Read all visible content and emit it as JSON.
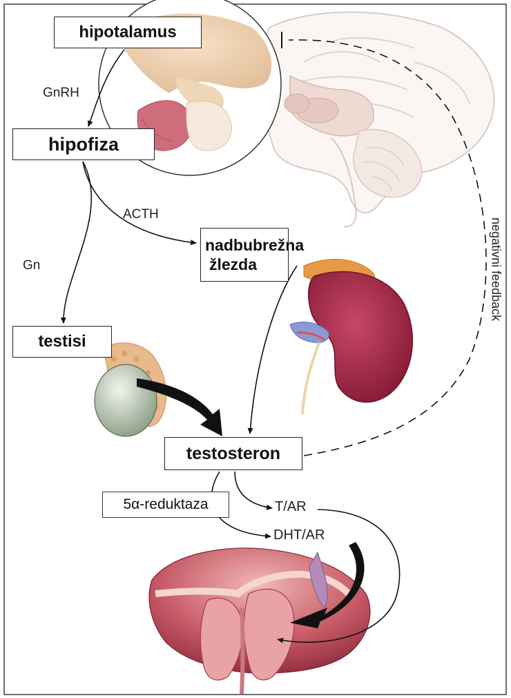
{
  "labels": {
    "hipotalamus": "hipotalamus",
    "gnrh": "GnRH",
    "hipofiza": "hipofiza",
    "acth": "ACTH",
    "nadbubrezna_line1": "nadbubrežna",
    "nadbubrezna_line2": "žlezda",
    "gn": "Gn",
    "testisi": "testisi",
    "testosteron": "testosteron",
    "reduktaza": "5α-reduktaza",
    "t_ar": "T/AR",
    "dht_ar": "DHT/AR",
    "negative_feedback": "negativni feedback"
  },
  "colors": {
    "kidney": "#9e2845",
    "adrenal": "#e79a45",
    "testis": "#c7d2c0",
    "epididymis": "#e8b98c",
    "prostate": "#c24f5e",
    "brain_outline": "#d7cbc4",
    "pituitary": "#e8c9a3"
  }
}
